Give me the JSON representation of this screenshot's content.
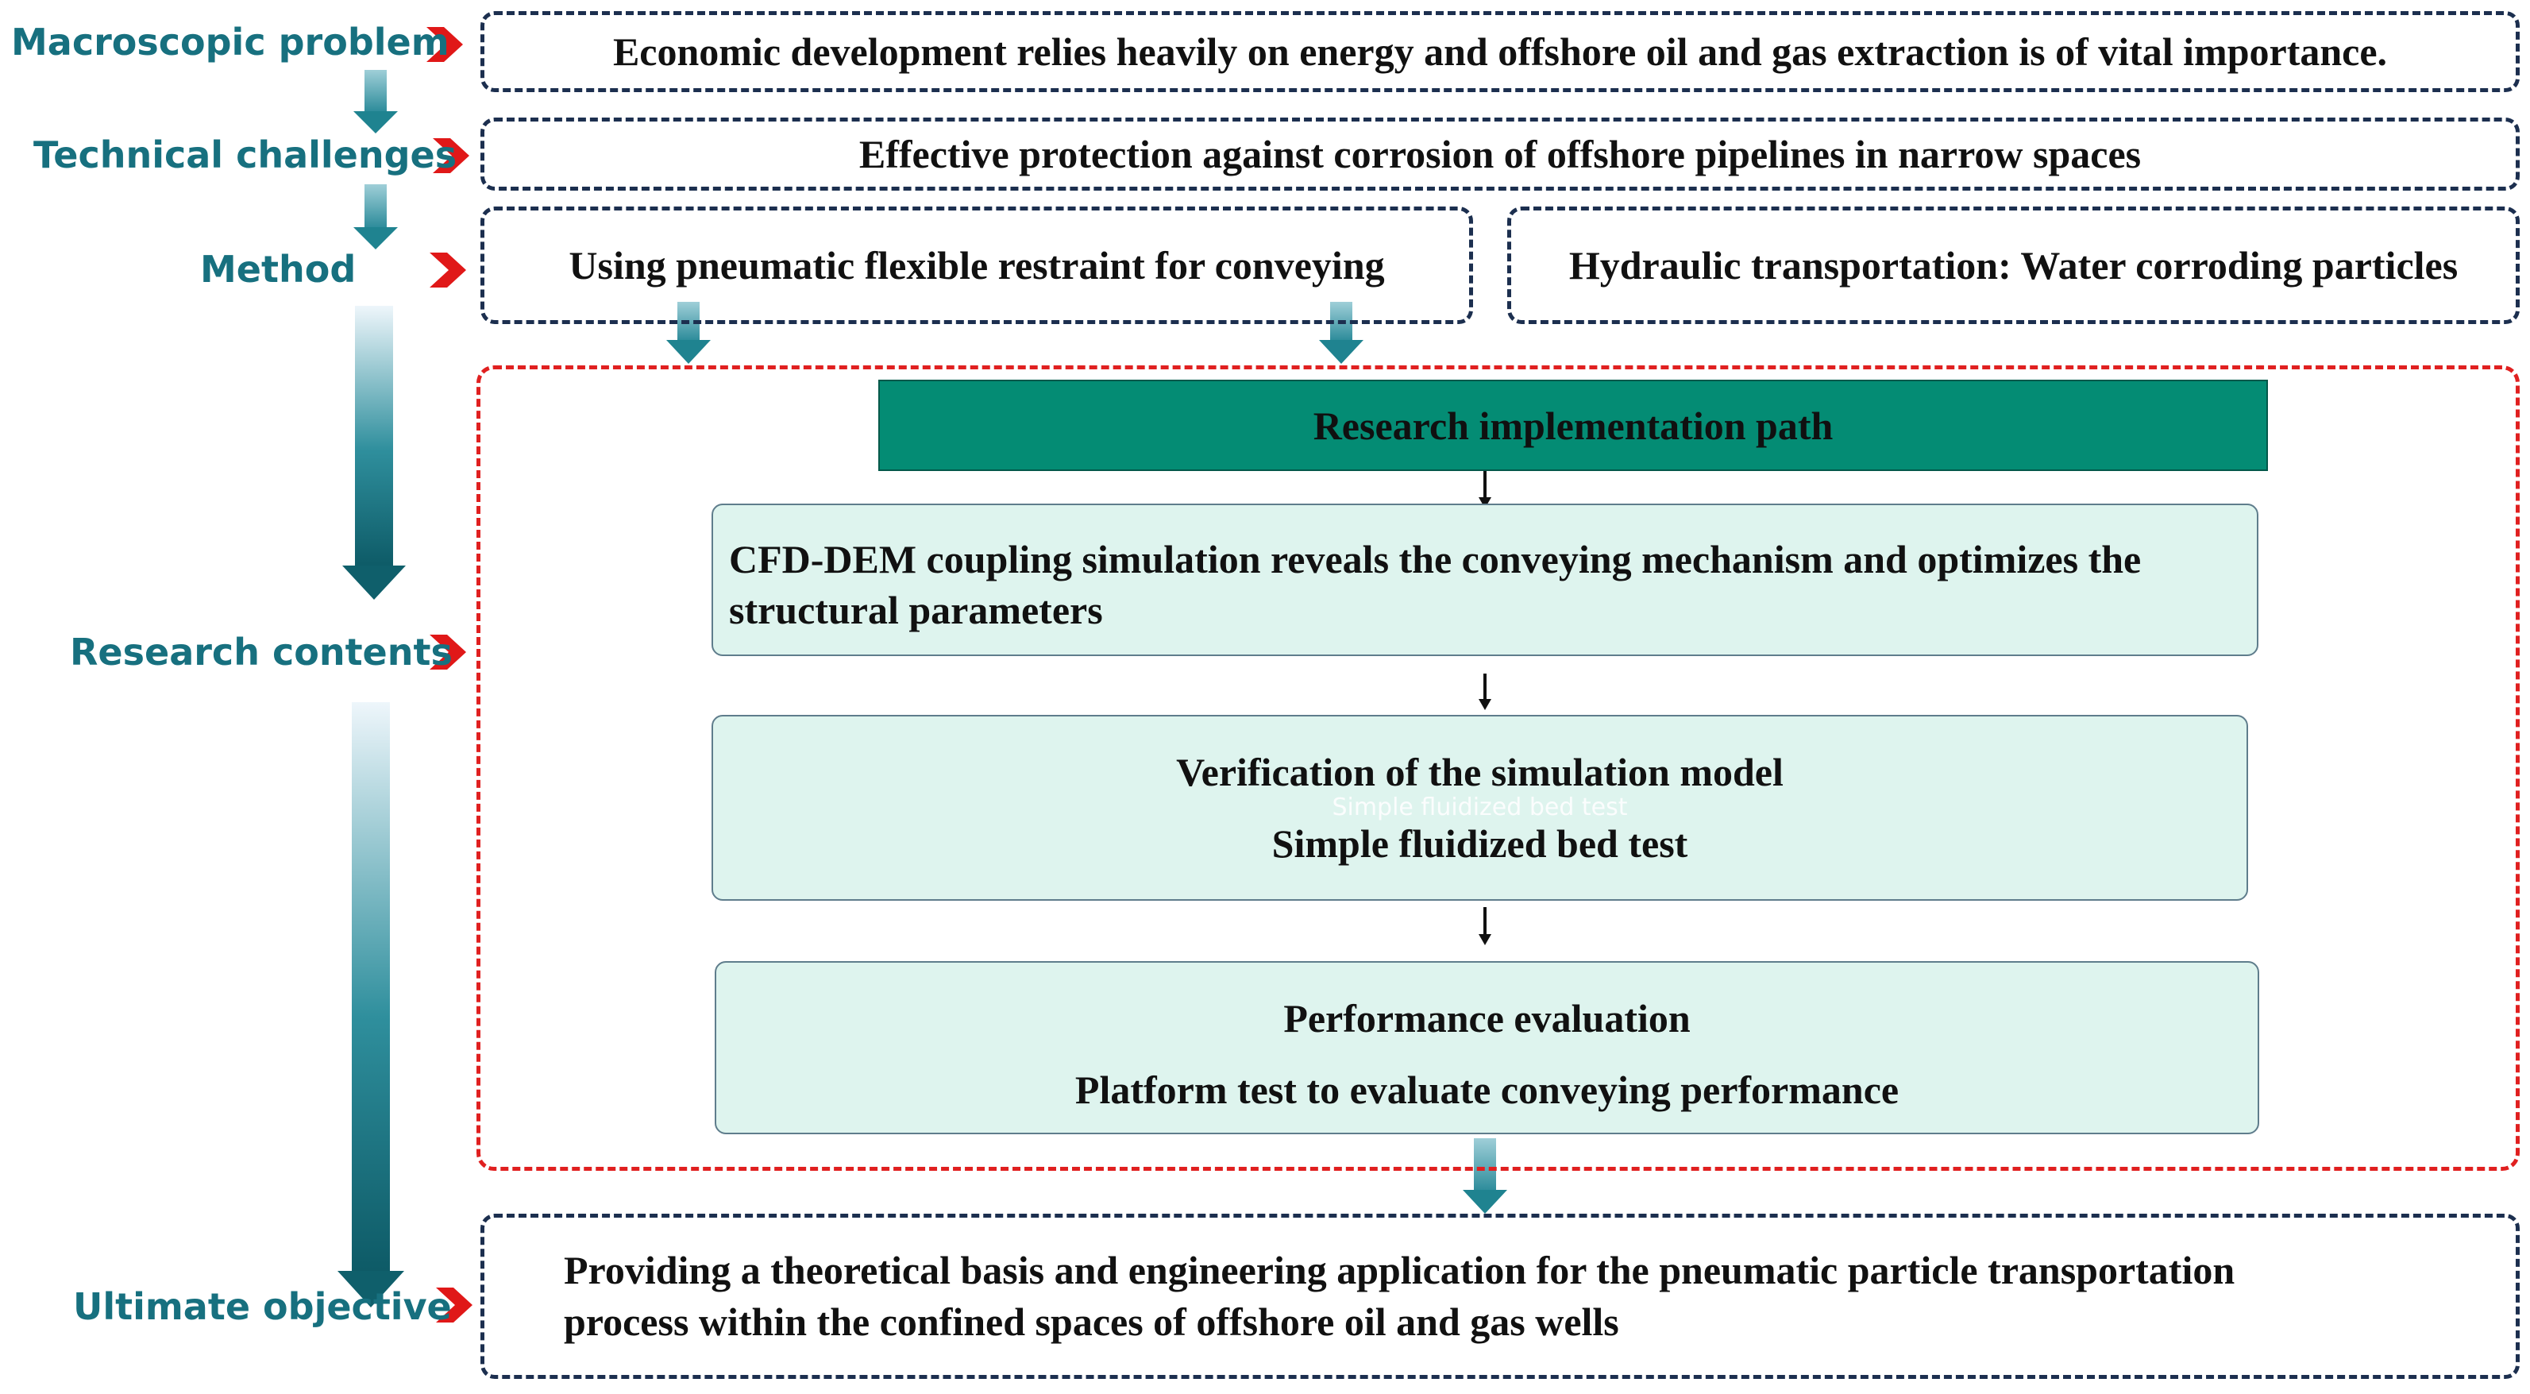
{
  "rows": {
    "macroscopic": {
      "label": "Macroscopic problem",
      "text": "Economic development relies heavily on energy and offshore oil and gas extraction is of vital importance."
    },
    "technical": {
      "label": "Technical challenges",
      "text": "Effective protection against corrosion of offshore pipelines in narrow spaces"
    },
    "method": {
      "label": "Method",
      "text_left": "Using pneumatic flexible restraint for conveying",
      "text_right": "Hydraulic transportation: Water corroding particles"
    },
    "research": {
      "label": "Research contents",
      "header": "Research implementation path",
      "steps": [
        {
          "line1": "CFD-DEM coupling simulation reveals the conveying mechanism and optimizes the",
          "line2": "structural parameters"
        },
        {
          "line1": "Verification of the simulation model",
          "line2": "Simple fluidized bed test",
          "ghost": "Simple fluidized bed test"
        },
        {
          "line1": "Performance evaluation",
          "line2": "Platform test to evaluate conveying performance"
        }
      ]
    },
    "objective": {
      "label": "Ultimate objective",
      "line1": "Providing a theoretical basis and engineering application for the pneumatic particle transportation",
      "line2": "process within the confined spaces of offshore oil and gas wells"
    }
  },
  "colors": {
    "label": "#17707f",
    "dashed_border": "#1c2f4f",
    "red_frame": "#e02020",
    "header_fill": "#048c74",
    "step_fill": "#def4ee",
    "chevron": "#e01818",
    "arrow_dark": "#0e6b78"
  }
}
